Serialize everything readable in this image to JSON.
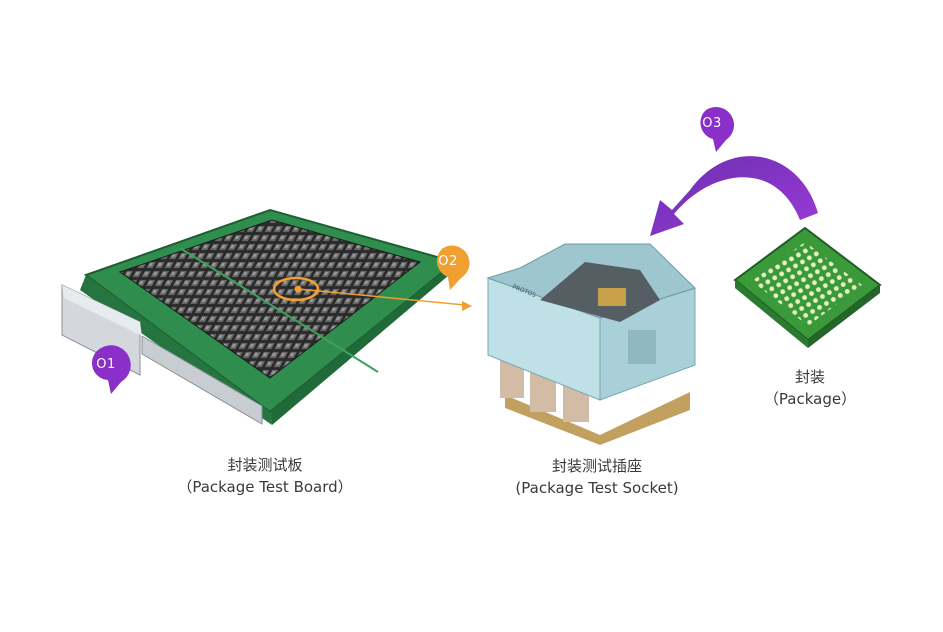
{
  "items": {
    "board": {
      "title": "封装测试板",
      "subtitle": "（Package Test Board）",
      "marker": "O1"
    },
    "socket": {
      "title": "封装测试插座",
      "subtitle": "(Package Test Socket)",
      "marker": "O2"
    },
    "package": {
      "title": "封装",
      "subtitle": "（Package）",
      "marker": "O3"
    }
  },
  "colors": {
    "purple": "#8b2fc9",
    "orange": "#f0a030",
    "pcb": "#2e8c4c",
    "socket": "#bfe0e6",
    "chip": "#3c9a3a"
  }
}
